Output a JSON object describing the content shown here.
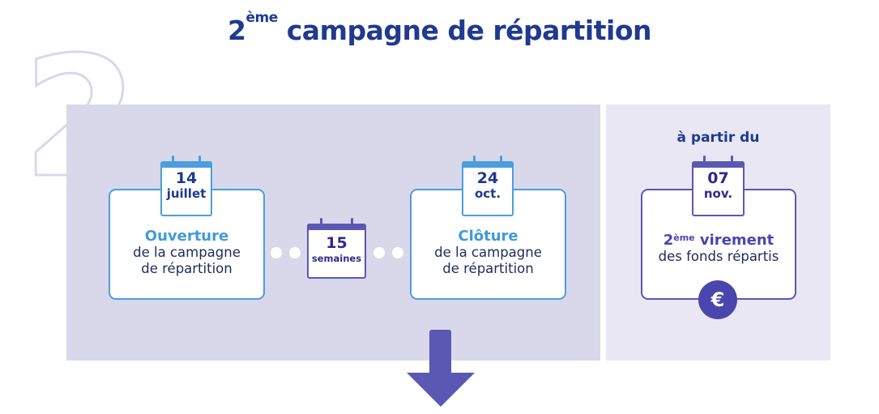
{
  "title": {
    "prefix": "2",
    "sup": "ème",
    "rest": " campagne de répartition"
  },
  "big_number": "2",
  "ouverture": {
    "day": "14",
    "month": "juillet",
    "heading": "Ouverture",
    "line1": "de la campagne",
    "line2": "de répartition"
  },
  "duration": {
    "value": "15",
    "unit": "semaines"
  },
  "cloture": {
    "day": "24",
    "month": "oct.",
    "heading": "Clôture",
    "line1": "de la campagne",
    "line2": "de répartition"
  },
  "virement": {
    "intro": "à partir du",
    "day": "07",
    "month": "nov.",
    "heading_num": "2",
    "heading_sup": "ème",
    "heading_rest": " virement",
    "line1": "des fonds répartis",
    "euro_symbol": "€"
  },
  "colors": {
    "title": "#1f3a8f",
    "blue_accent": "#3f9bd8",
    "violet_accent": "#4a46ad",
    "panel_left": "#d9d7ea",
    "panel_right": "#e8e7f3"
  }
}
